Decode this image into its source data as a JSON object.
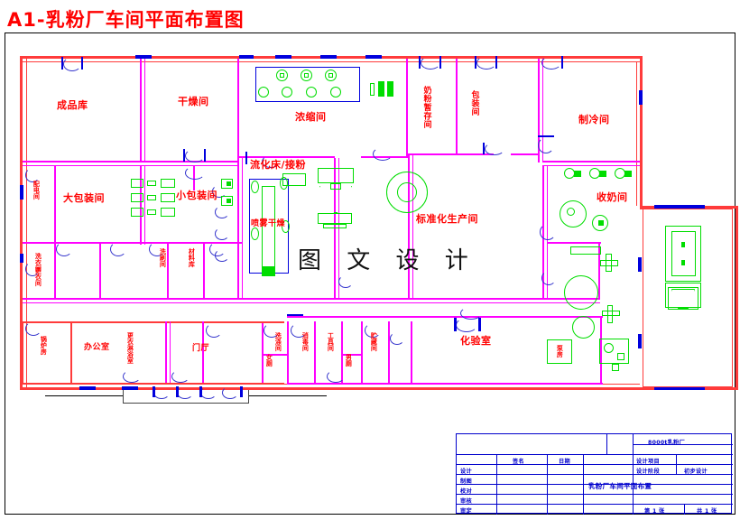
{
  "title": "A1-乳粉厂车间平面布置图",
  "watermark": "图 文 设 计",
  "colors": {
    "title_red": "#ff0000",
    "wall_red": "#ff3b3b",
    "wall_magenta": "#ff00ff",
    "door_blue": "#0000dd",
    "equipment_green": "#00dd00",
    "titleblock_blue": "#0000cc"
  },
  "rooms": [
    {
      "id": "finished-goods-store",
      "label": "成品库"
    },
    {
      "id": "drying-room",
      "label": "干燥间"
    },
    {
      "id": "concentration-room",
      "label": "浓缩间"
    },
    {
      "id": "milk-powder-store",
      "label": "奶粉暂存间"
    },
    {
      "id": "packing-material-store",
      "label": "包装间"
    },
    {
      "id": "refrigeration-room",
      "label": "制冷间"
    },
    {
      "id": "large-packing-room",
      "label": "大包装间"
    },
    {
      "id": "small-packing-room",
      "label": "小包装间"
    },
    {
      "id": "fluid-bed-powder",
      "label": "流化床/接粉"
    },
    {
      "id": "spray-drying",
      "label": "喷雾干燥"
    },
    {
      "id": "standardized-production",
      "label": "标准化生产间"
    },
    {
      "id": "milk-receiving-room",
      "label": "收奶间"
    },
    {
      "id": "corridor-left-1",
      "label": "配电间"
    },
    {
      "id": "corridor-left-2",
      "label": "洗衣间"
    },
    {
      "id": "corridor-left-3",
      "label": "更衣间"
    },
    {
      "id": "corridor-mid-1",
      "label": "洗刷间"
    },
    {
      "id": "corridor-mid-2",
      "label": "材料库"
    },
    {
      "id": "boiler-room",
      "label": "锅炉房"
    },
    {
      "id": "office-room",
      "label": "办公室"
    },
    {
      "id": "changing-shower",
      "label": "更衣淋浴室"
    },
    {
      "id": "entrance-hall",
      "label": "门厅"
    },
    {
      "id": "wc-women",
      "label": "女厕"
    },
    {
      "id": "wc-men",
      "label": "男厕"
    },
    {
      "id": "wash-room",
      "label": "洗涤间"
    },
    {
      "id": "disinfect-room",
      "label": "消毒间"
    },
    {
      "id": "tool-room",
      "label": "工具间"
    },
    {
      "id": "storage-room",
      "label": "贮藏间"
    },
    {
      "id": "lab-room",
      "label": "化验室"
    },
    {
      "id": "pump-room",
      "label": "泵房"
    }
  ],
  "title_block": {
    "project_name": "8000t乳粉厂",
    "drawing_name": "乳粉厂车间平面布置",
    "col_signature": "签名",
    "col_date": "日期",
    "rows": [
      "设计",
      "制图",
      "校对",
      "审核",
      "审定"
    ],
    "design_item_label": "设计项目",
    "design_stage_label": "设计阶段",
    "design_stage_value": "初步设计",
    "sheet_current": "第 1 张",
    "sheet_total": "共 1 张"
  }
}
